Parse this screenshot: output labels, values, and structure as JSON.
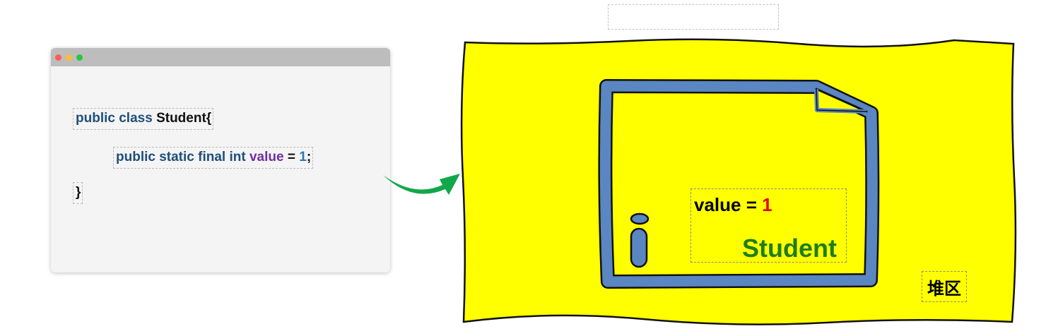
{
  "code": {
    "line1": {
      "kw": "public class",
      "name": "Student{"
    },
    "line2": {
      "kw": "public static final int",
      "var": "value",
      "eq": "=",
      "num": "1",
      "end": ";"
    },
    "line3": {
      "brace": "}"
    }
  },
  "heap": {
    "value_label": "value =",
    "value_number": "1",
    "class_name": "Student",
    "area_label": "堆区",
    "info_glyph": "i"
  },
  "colors": {
    "heap_background": "#ffff00",
    "object_frame": "#5a86c1",
    "keyword": "#1f4e79",
    "variable": "#7030a0",
    "number": "#2e75b6",
    "value_number": "#e60000",
    "class_name": "#1e7d1e",
    "arrow": "#11a84a"
  },
  "icons": [
    "window-close-dot",
    "window-minimize-dot",
    "window-maximize-dot",
    "curved-arrow-icon",
    "info-icon"
  ]
}
